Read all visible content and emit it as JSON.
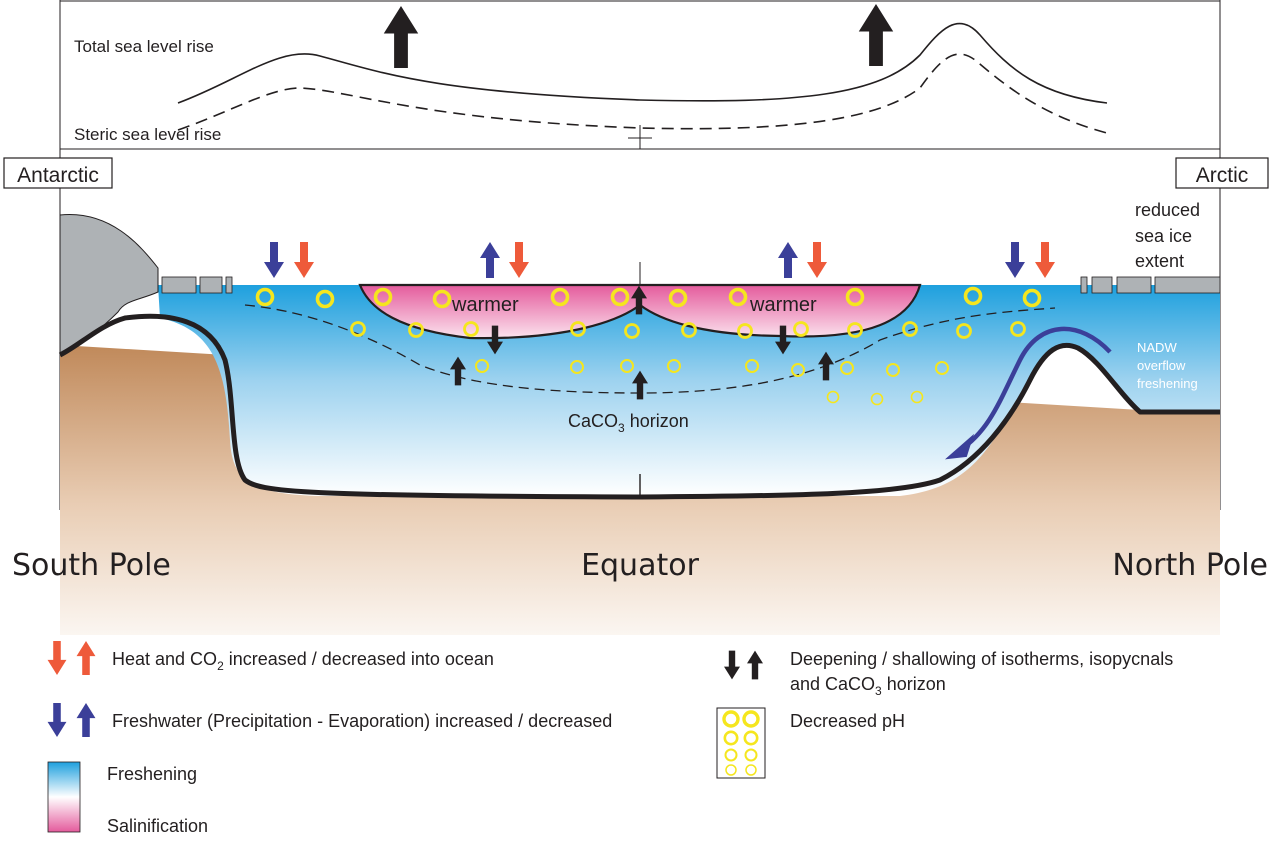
{
  "top_panel": {
    "total_label": "Total sea level rise",
    "steric_label": "Steric sea level rise"
  },
  "regions": {
    "antarctic": "Antarctic",
    "arctic": "Arctic",
    "south_pole": "South Pole",
    "equator": "Equator",
    "north_pole": "North Pole"
  },
  "annotations": {
    "warmer": "warmer",
    "sea_ice": [
      "reduced",
      "sea ice",
      "extent"
    ],
    "nadw": [
      "NADW",
      "overflow",
      "freshening"
    ],
    "caco3_prefix": "CaCO",
    "caco3_sub": "3",
    "caco3_suffix": " horizon"
  },
  "legend": {
    "heat_co2_prefix": "Heat and CO",
    "heat_co2_sub": "2",
    "heat_co2_suffix": " increased / decreased into ocean",
    "freshwater": "Freshwater (Precipitation - Evaporation) increased / decreased",
    "freshening": "Freshening",
    "salinification": "Salinification",
    "deepening_line1": "Deepening / shallowing of isotherms, isopycnals",
    "deepening_line2_prefix": "and CaCO",
    "deepening_line2_sub": "3",
    "deepening_line2_suffix": " horizon",
    "ph": "Decreased pH"
  },
  "colors": {
    "heat_arrow": "#ee5a3a",
    "freshwater_arrow": "#3b3f99",
    "freshening": "#1ea0de",
    "salinification": "#e45b9c",
    "ph_ring": "#f5e61e",
    "seafloor": "#c0895a",
    "ice": "#aeb2b5"
  }
}
